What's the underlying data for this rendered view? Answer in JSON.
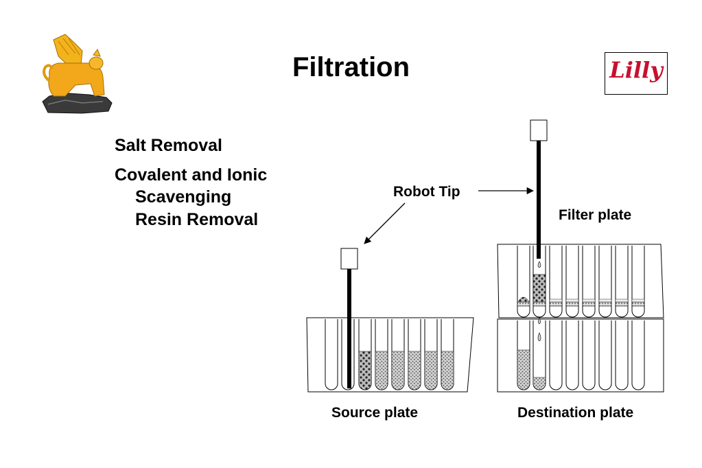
{
  "slide": {
    "title": "Filtration",
    "bullets": [
      "Salt Removal",
      "Covalent and Ionic",
      "Scavenging",
      "Resin Removal"
    ],
    "logo_text": "Lilly"
  },
  "diagram": {
    "labels": {
      "robot_tip": "Robot Tip",
      "filter_plate": "Filter plate",
      "source_plate": "Source plate",
      "destination_plate": "Destination plate"
    }
  },
  "icons": {
    "mascot": "griffin-statue-icon",
    "logo": "lilly-logo-icon"
  }
}
